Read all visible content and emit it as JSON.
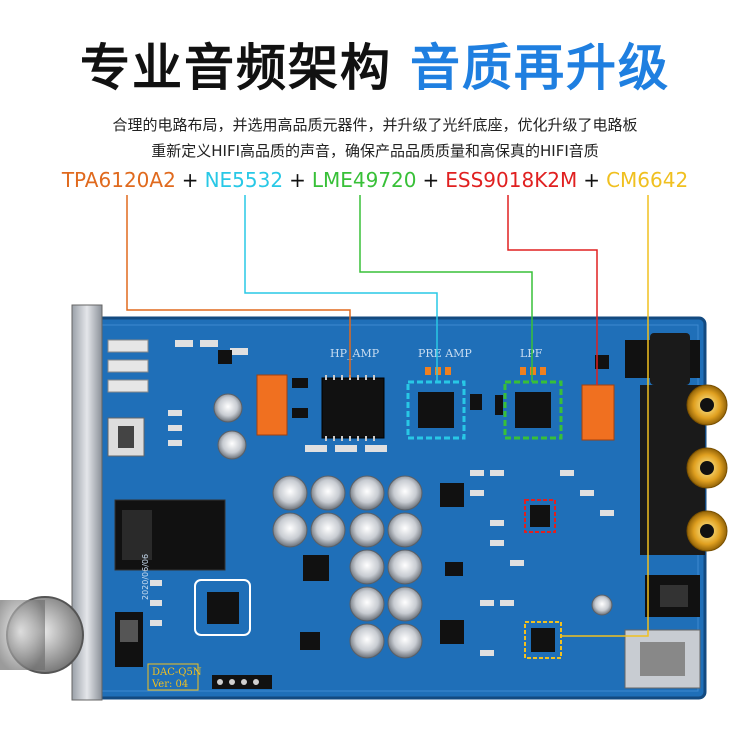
{
  "header": {
    "title_main": "专业音频架构",
    "title_accent": "音质再升级",
    "line1": "合理的电路布局，并选用高品质元器件，并升级了光纤底座，优化升级了电路板",
    "line2": "重新定义HIFI高品质的声音，确保产品品质质量和高保真的HIFI音质"
  },
  "chips": [
    {
      "name": "TPA6120A2",
      "color": "#e06a1e"
    },
    {
      "name": "NE5532",
      "color": "#28c8e6"
    },
    {
      "name": "LME49720",
      "color": "#38c038"
    },
    {
      "name": "ESS9018K2M",
      "color": "#e02020"
    },
    {
      "name": "CM6642",
      "color": "#f0c020"
    }
  ],
  "plus": "+",
  "board_labels": {
    "hp_amp": "HP_AMP",
    "pre_amp": "PRE AMP",
    "lpf": "LPF",
    "model": "DAC-Q5N",
    "version": "Ver: 04",
    "date": "2020/06/06"
  },
  "colors": {
    "board": "#1f6fb8",
    "accent": "#1f7fe0"
  }
}
